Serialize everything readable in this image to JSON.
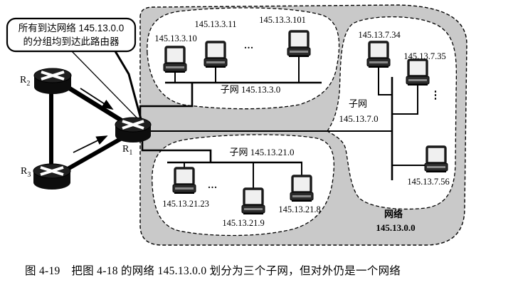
{
  "figure": {
    "callout": {
      "line1": "所有到达网络 145.13.0.0",
      "line2": "的分组均到达此路由器"
    },
    "routers": {
      "r1": {
        "name": "R",
        "sub": "1"
      },
      "r2": {
        "name": "R",
        "sub": "2"
      },
      "r3": {
        "name": "R",
        "sub": "3"
      }
    },
    "subnet3": {
      "name": "子网 145.13.3.0",
      "hosts": [
        "145.13.3.10",
        "145.13.3.11",
        "145.13.3.101"
      ],
      "ellipsis": "..."
    },
    "subnet21": {
      "name": "子网 145.13.21.0",
      "hosts": [
        "145.13.21.23",
        "145.13.21.9",
        "145.13.21.8"
      ],
      "ellipsis": "..."
    },
    "subnet7": {
      "name_line1": "子网",
      "name_line2": "145.13.7.0",
      "hosts": [
        "145.13.7.34",
        "145.13.7.35",
        "145.13.7.56"
      ],
      "ellipsis": "⋮"
    },
    "network": {
      "line1": "网络",
      "line2": "145.13.0.0"
    },
    "caption": "图 4-19　把图 4-18 的网络 145.13.0.0 划分为三个子网，但对外仍是一个网络",
    "colors": {
      "shade": "#c9c9c9",
      "ink": "#000000",
      "screen": "#f0f0f0"
    }
  }
}
